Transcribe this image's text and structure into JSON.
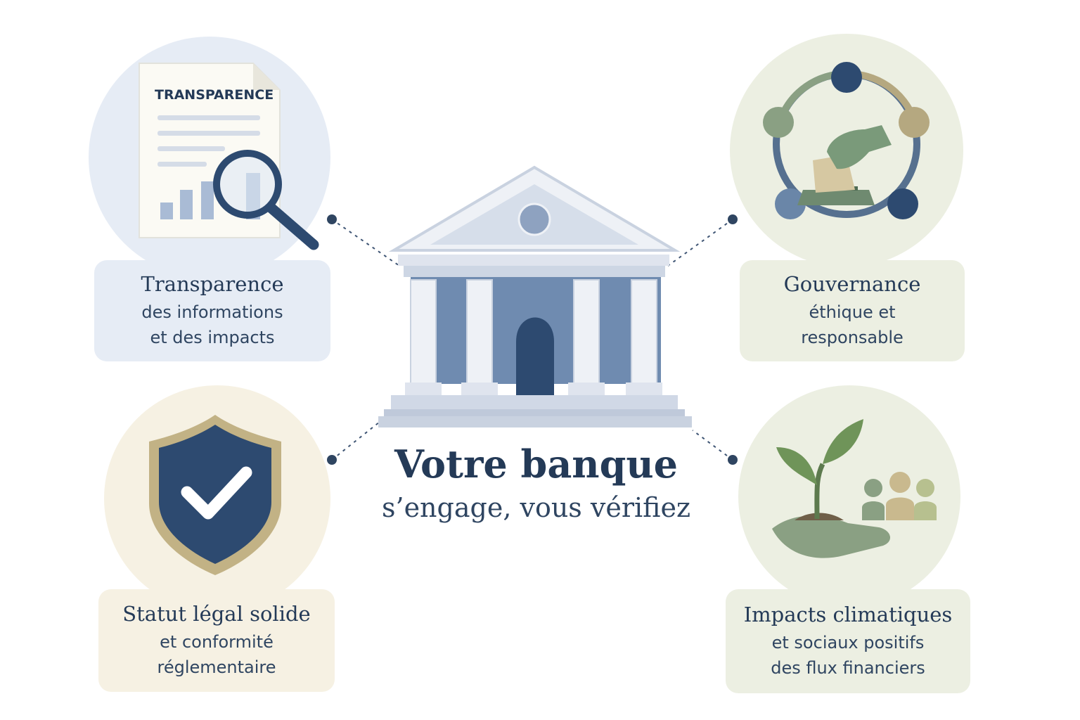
{
  "center": {
    "title": "Votre banque",
    "subtitle": "s’engage, vous vérifiez",
    "icon": "bank-building-icon"
  },
  "pillars": {
    "transparency": {
      "document_label": "TRANSPARENCE",
      "title": "Transparence",
      "line1": "des informations",
      "line2": "et des impacts",
      "icon": "document-magnifier-icon"
    },
    "governance": {
      "title": "Gouvernance",
      "line1": "éthique et",
      "line2": "responsable",
      "icon": "ballot-vote-cycle-icon"
    },
    "legal": {
      "title": "Statut légal solide",
      "line1": "et conformité",
      "line2": "réglementaire",
      "icon": "shield-check-icon"
    },
    "impacts": {
      "title": "Impacts climatiques",
      "line1": "et sociaux positifs",
      "line2": "des flux financiers",
      "icon": "plant-hand-people-icon"
    }
  },
  "colors": {
    "navy": "#243a57",
    "blue_panel": "#e6ecf5",
    "green_panel": "#eaeede",
    "beige_panel": "#f6f1e3",
    "gold": "#c2b285"
  }
}
